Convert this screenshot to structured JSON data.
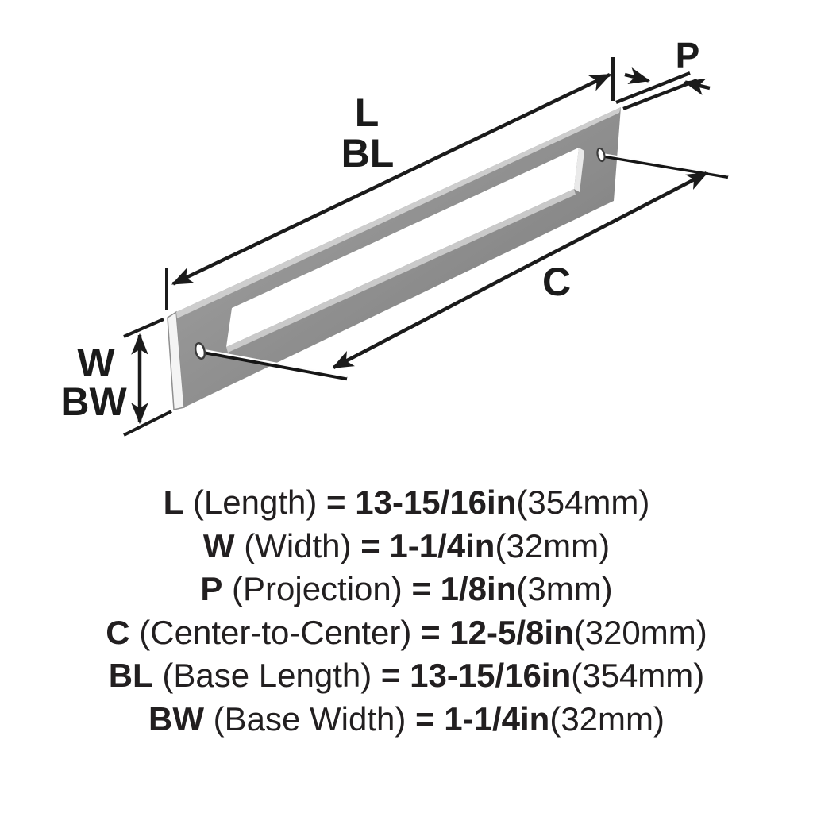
{
  "diagram": {
    "labels": {
      "length": "L",
      "base_length": "BL",
      "projection": "P",
      "center_to_center": "C",
      "width": "W",
      "base_width": "BW"
    },
    "colors": {
      "line": "#1b1b1b",
      "face_light": "#a8a8a8",
      "face_mid": "#8d8d8d",
      "face_dark": "#757575",
      "edge_highlight": "#cdcdcd",
      "end_face": "#f4f4f4",
      "background": "#ffffff"
    }
  },
  "specs": {
    "rows": [
      {
        "symbol": "L",
        "label": "(Length)",
        "equals": "=",
        "value": "13-15/16in",
        "metric": "(354mm)"
      },
      {
        "symbol": "W",
        "label": "(Width)",
        "equals": "=",
        "value": "1-1/4in",
        "metric": "(32mm)"
      },
      {
        "symbol": "P",
        "label": "(Projection)",
        "equals": "=",
        "value": "1/8in",
        "metric": "(3mm)"
      },
      {
        "symbol": "C",
        "label": "(Center-to-Center)",
        "equals": "=",
        "value": "12-5/8in",
        "metric": "(320mm)"
      },
      {
        "symbol": "BL",
        "label": "(Base Length)",
        "equals": "=",
        "value": "13-15/16in",
        "metric": "(354mm)"
      },
      {
        "symbol": "BW",
        "label": "(Base Width)",
        "equals": "=",
        "value": "1-1/4in",
        "metric": "(32mm)"
      }
    ]
  }
}
